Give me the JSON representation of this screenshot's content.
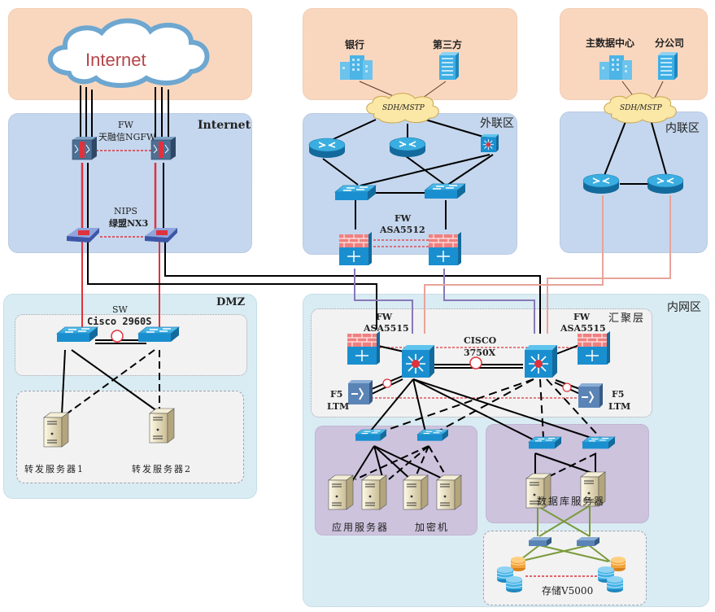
{
  "zones": {
    "internet_cloud_zone": {
      "label": ""
    },
    "internet": {
      "label": "Internet"
    },
    "external_orgs": {
      "label": ""
    },
    "extranet": {
      "label": "外联区"
    },
    "internal_orgs": {
      "label": ""
    },
    "intranet_link": {
      "label": "内联区"
    },
    "dmz": {
      "label": "DMZ"
    },
    "lan": {
      "label": "内网区"
    },
    "aggregation": {
      "label": "汇聚层"
    }
  },
  "cloud": {
    "label": "Internet"
  },
  "sites": {
    "bank": "银行",
    "third_party": "第三方",
    "main_dc": "主数据中心",
    "branch": "分公司"
  },
  "wan_clouds": {
    "extranet": "SDH/MSTP",
    "intranet": "SDH/MSTP"
  },
  "devices": {
    "internet_fw": {
      "line1": "FW",
      "line2": "天融信NGFW"
    },
    "nips": {
      "line1": "NIPS",
      "line2": "绿盟NX3"
    },
    "dmz_sw": {
      "line1": "SW",
      "line2": "Cisco 2960S"
    },
    "dmz_servers": [
      "转发服务器1",
      "转发服务器2"
    ],
    "extranet_fw": {
      "line1": "FW",
      "line2": "ASA5512"
    },
    "lan_fw_left": {
      "line1": "FW",
      "line2": "ASA5515"
    },
    "lan_fw_right": {
      "line1": "FW",
      "line2": "ASA5515"
    },
    "core": {
      "line1": "CISCO",
      "line2": "3750X"
    },
    "lb_left": {
      "line1": "F5",
      "line2": "LTM"
    },
    "lb_right": {
      "line1": "F5",
      "line2": "LTM"
    },
    "app_servers": "应用服务器",
    "encryptor": "加密机",
    "db_servers": "数据库服务器",
    "storage": "存储V5000"
  },
  "colors": {
    "external_zone": "#f9d7bf",
    "security_zone": "#c5d7ee",
    "lan_zone": "#d9ecf3",
    "server_group": "#cdc3dd",
    "sub_group": "#f2f2f2",
    "device_blue": "#1a8fd0",
    "ha_link": "#e0323c",
    "purple_link": "#8878b8",
    "pink_link": "#e8a39a",
    "san_link": "#7a9a3a"
  }
}
